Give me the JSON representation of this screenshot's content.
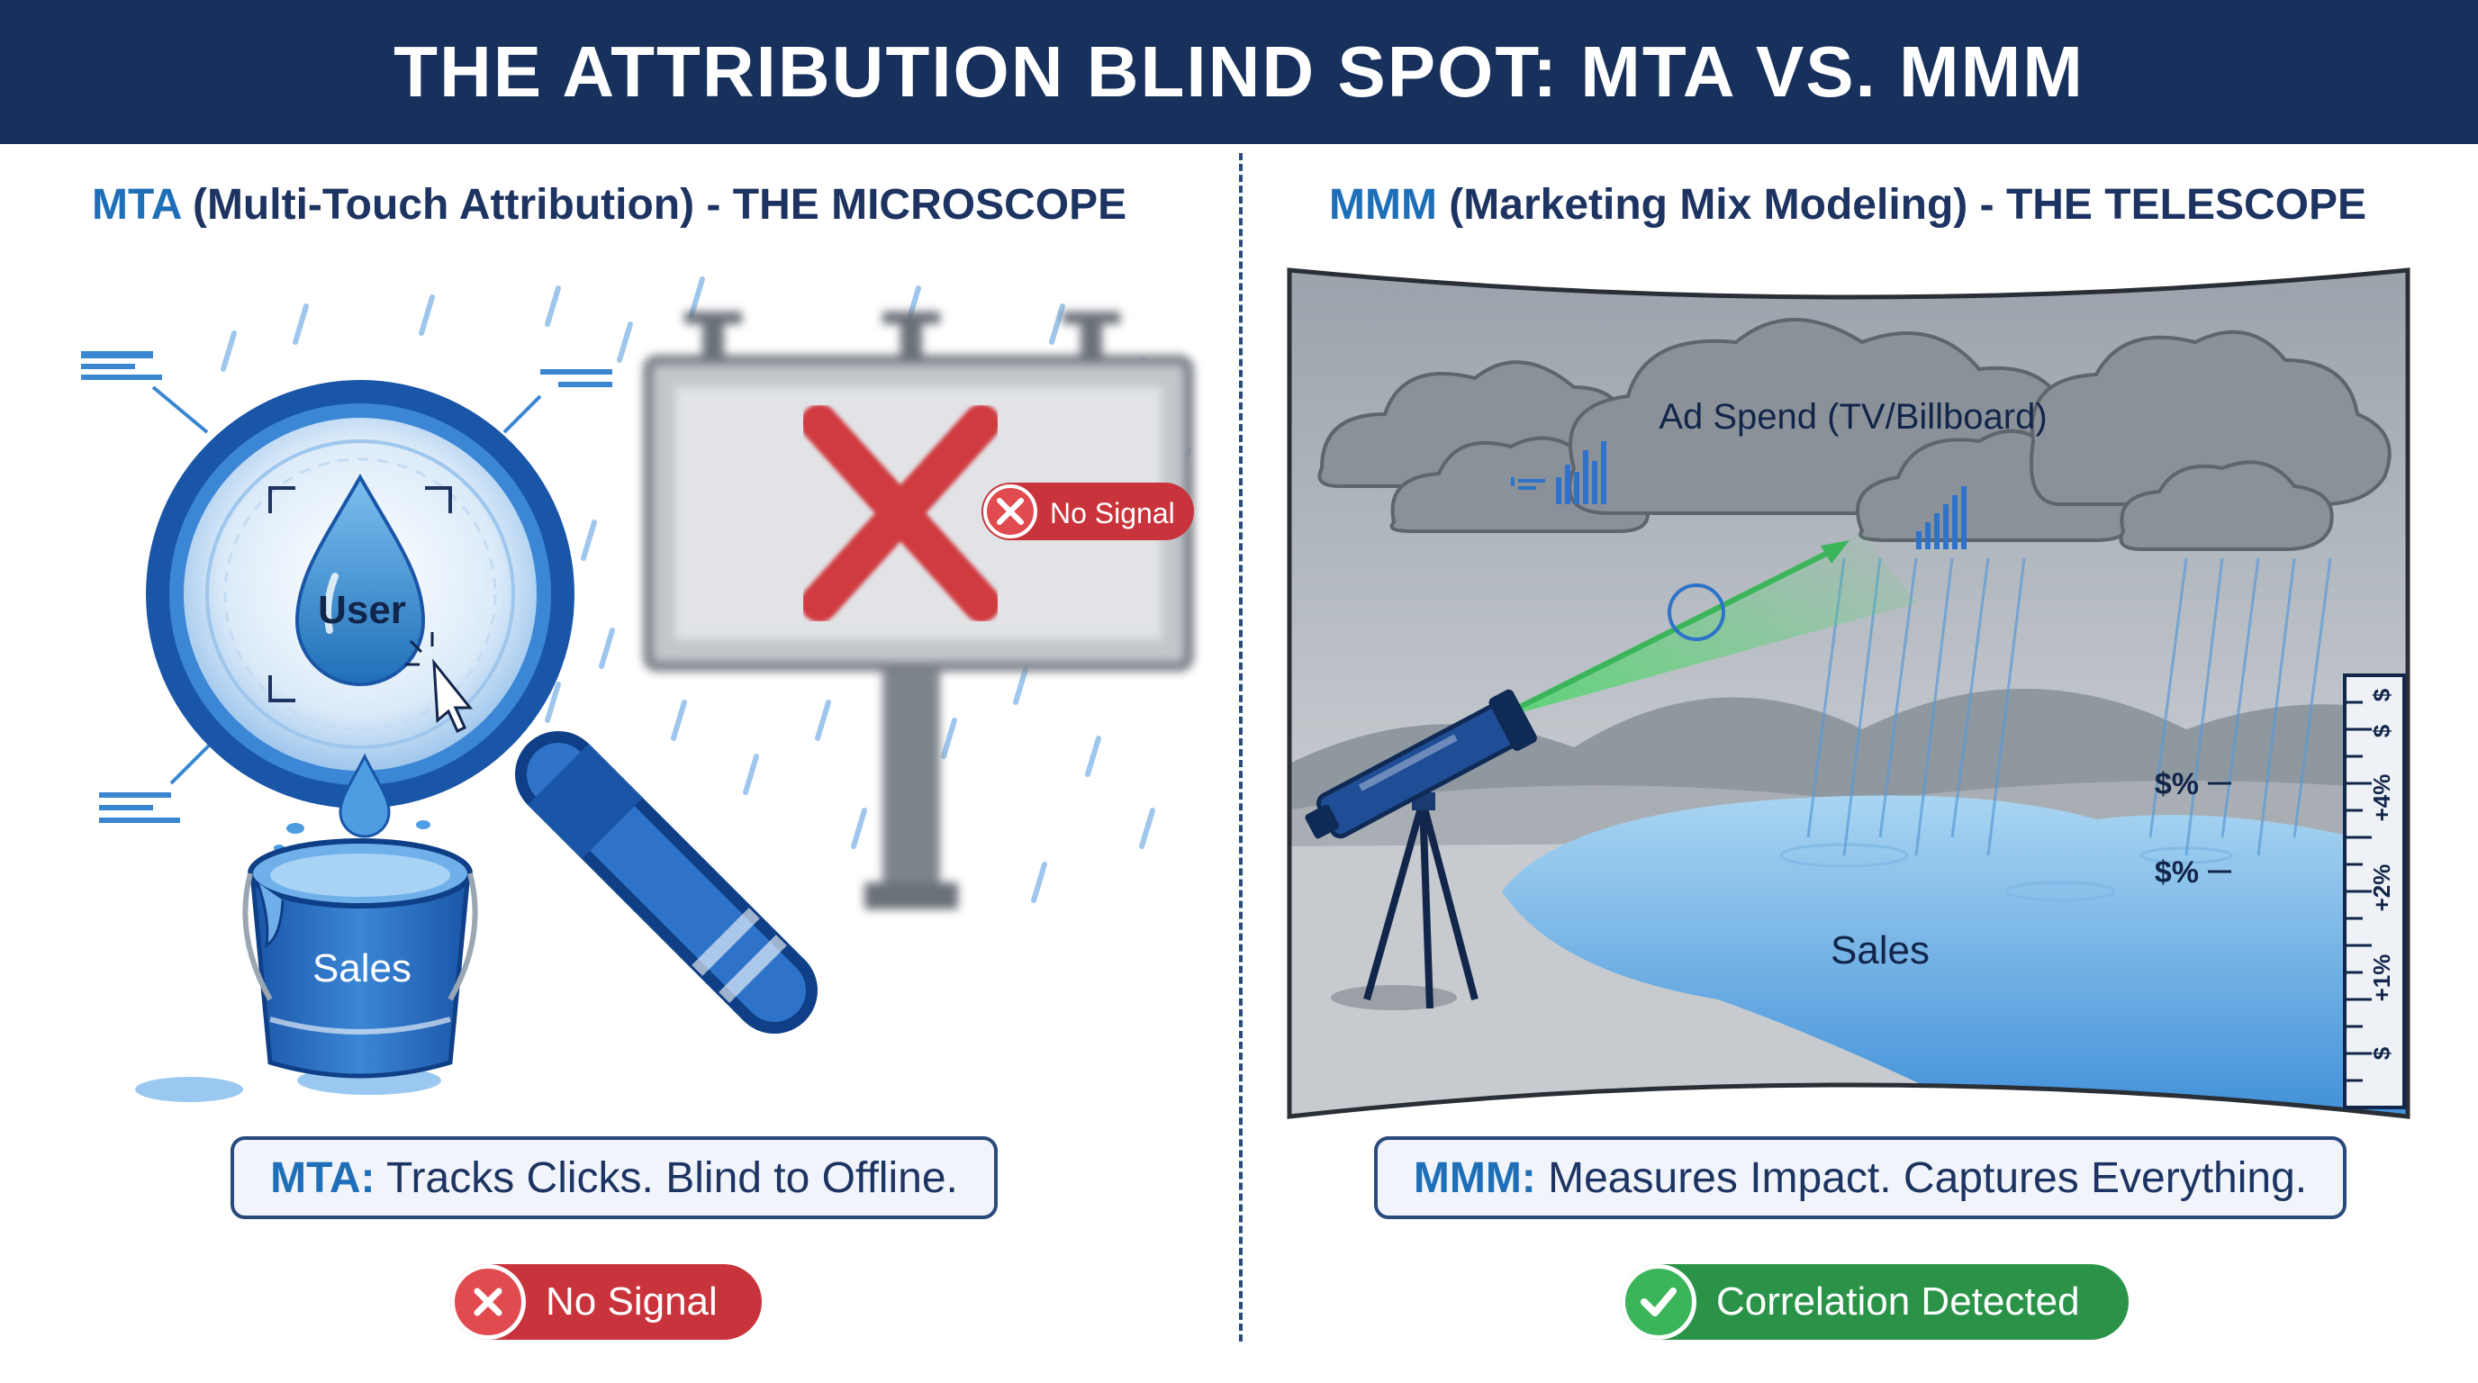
{
  "title": "THE ATTRIBUTION BLIND SPOT: MTA VS. MMM",
  "left": {
    "heading_acronym": "MTA",
    "heading_rest": " (Multi-Touch Attribution) - THE MICROSCOPE",
    "drop_label": "User",
    "bucket_label": "Sales",
    "billboard_badge": "No Signal",
    "caption_acronym": "MTA:",
    "caption_rest": " Tracks Clicks. Blind to Offline.",
    "status": "No Signal"
  },
  "right": {
    "heading_acronym": "MMM",
    "heading_rest": " (Marketing Mix Modeling) - THE TELESCOPE",
    "cloud_label": "Ad Spend (TV/Billboard)",
    "lake_label": "Sales",
    "gauge_marks": [
      "$%",
      "$%"
    ],
    "ruler_labels": [
      "$",
      "$",
      "+4%",
      "+2%",
      "+1%",
      "$"
    ],
    "caption_acronym": "MMM:",
    "caption_rest": " Measures Impact. Captures Everything.",
    "status": "Correlation Detected"
  },
  "colors": {
    "navy": "#17305c",
    "accent_blue": "#1f6fb8",
    "alert_red": "#c9343c",
    "success_green": "#2a9348"
  },
  "icons": {
    "left_status": "x-circle-icon",
    "right_status": "check-circle-icon"
  }
}
